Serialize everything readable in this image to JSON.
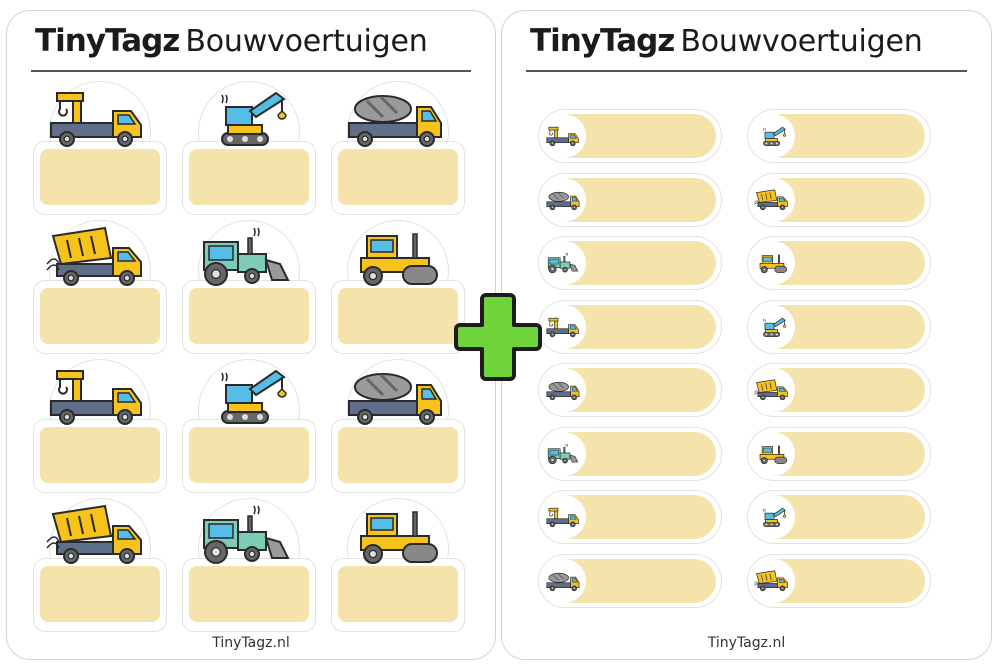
{
  "sheets": {
    "left": {
      "brand": "TinyTagz",
      "subtitle": "Bouwvoertuigen",
      "footer": "TinyTagz.nl"
    },
    "right": {
      "brand": "TinyTagz",
      "subtitle": "Bouwvoertuigen",
      "footer": "TinyTagz.nl"
    }
  },
  "colors": {
    "label_fill": "#f4e3ab",
    "vehicle_yellow": "#f6c21c",
    "vehicle_teal": "#7cccb8",
    "vehicle_blue": "#55bde6",
    "plus_green": "#6fd33c"
  },
  "big_stickers": [
    "tow-truck",
    "crane",
    "cement-mixer",
    "dump-truck",
    "bulldozer",
    "road-roller",
    "tow-truck",
    "crane",
    "cement-mixer",
    "dump-truck",
    "bulldozer",
    "road-roller"
  ],
  "small_labels": [
    "tow-truck",
    "crane",
    "cement-mixer",
    "dump-truck",
    "bulldozer",
    "road-roller",
    "tow-truck",
    "crane",
    "cement-mixer",
    "dump-truck",
    "bulldozer",
    "road-roller",
    "tow-truck",
    "crane",
    "cement-mixer",
    "dump-truck"
  ]
}
